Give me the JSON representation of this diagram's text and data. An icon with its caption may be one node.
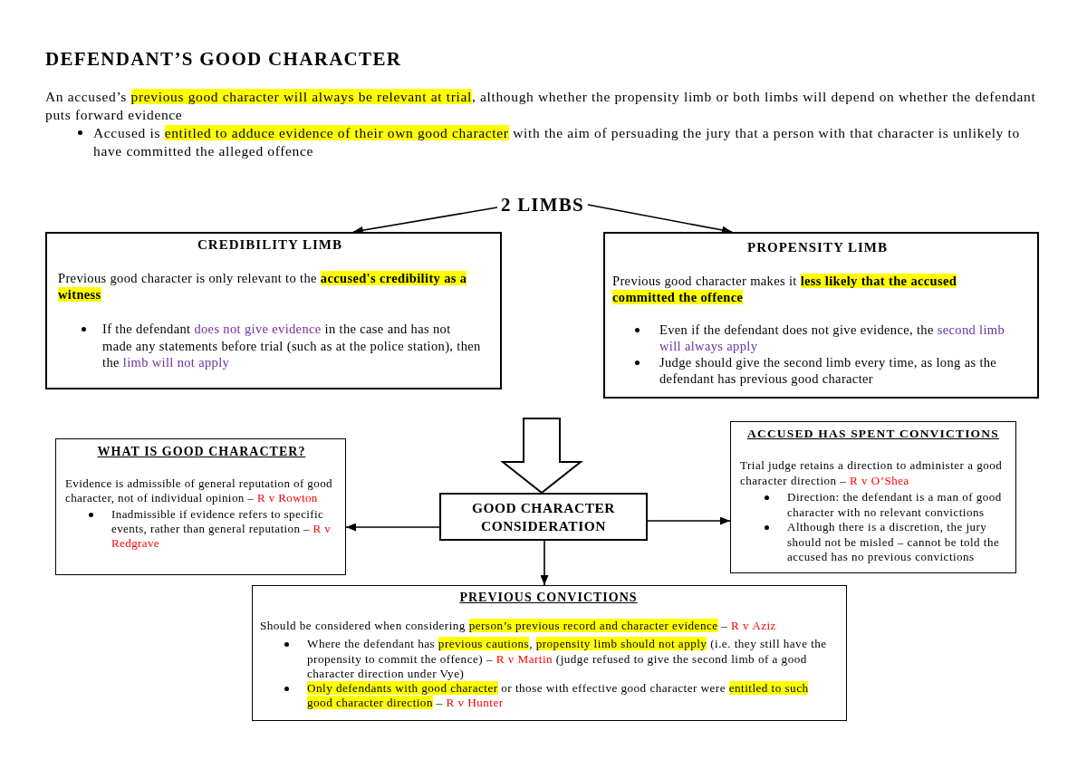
{
  "diagram": {
    "title": "DEFENDANT’S GOOD CHARACTER",
    "nodes": [
      {
        "text": [
          "2 LIMBS"
        ]
      },
      {
        "text": [
          "CREDIBILITY LIMB",
          "Previous good character is only relevant to the **accused's credibility as a witness**",
          "If the defendant does not give evidence in the case and has not made any statements before trial (such as at the police station), then the limb will not apply"
        ]
      },
      {
        "text": [
          "PROPENSITY LIMB",
          "Previous good character makes it **less likely that the accused committed the offence**",
          "Even if the defendant does not give evidence, the second limb will always apply",
          "Judge should give the second limb every time, as long as the defendant has previous good character"
        ]
      },
      {
        "text": [
          "WHAT IS GOOD CHARACTER?",
          "Evidence is admissible of general reputation of good character, not of individual opinion – R v Rowton",
          "Inadmissible if evidence refers to specific events, rather than general reputation – R v Redgrave"
        ]
      },
      {
        "text": [
          "GOOD CHARACTER CONSIDERATION"
        ]
      },
      {
        "text": [
          "ACCUSED HAS SPENT CONVICTIONS",
          "Trial judge retains a direction to administer a good character direction – R v O’Shea",
          "Direction: the defendant is a man of good character with no relevant convictions",
          "Although there is a discretion, the jury should not be misled – cannot be told the accused has no previous convictions"
        ]
      },
      {
        "text": [
          "PREVIOUS CONVICTIONS",
          "Should be considered when considering person’s previous record and character evidence – R v Aziz",
          "Where the defendant has previous cautions, propensity limb should not apply (i.e. they still have the propensity to commit the offence) – R v Martin (judge refused to give the second limb of a good character direction under Vye)",
          "Only defendants with good character or those with effective good character were entitled to such good character direction – R v Hunter"
        ]
      }
    ],
    "edges": [
      {
        "from": 0,
        "to": 1,
        "arrow": "to"
      },
      {
        "from": 0,
        "to": 2,
        "arrow": "to"
      },
      {
        "from": null,
        "to": 4,
        "arrow": "to",
        "style": "thick"
      },
      {
        "from": 4,
        "to": 3,
        "arrow": "to"
      },
      {
        "from": 4,
        "to": 5,
        "arrow": "to"
      },
      {
        "from": 4,
        "to": 6,
        "arrow": "to"
      }
    ],
    "labels": [
      "An accused’s previous good character will always be relevant at trial, although whether the propensity limb or both limbs will depend on whether the defendant puts forward evidence",
      "Accused is entitled to adduce evidence of their own good character with the aim of persuading the jury that a person with that character is unlikely to have committed the alleged offence"
    ]
  }
}
